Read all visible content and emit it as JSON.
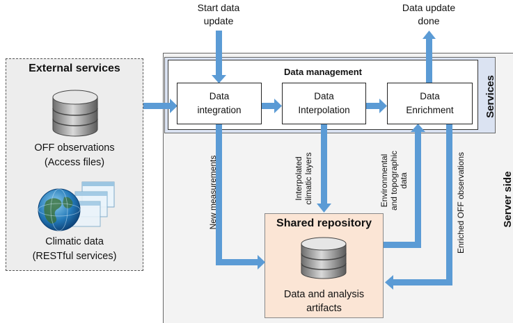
{
  "top_inputs": {
    "start_line1": "Start data",
    "start_line2": "update",
    "done_line1": "Data update",
    "done_line2": "done"
  },
  "external": {
    "title": "External services",
    "off_line1": "OFF observations",
    "off_line2": "(Access files)",
    "climatic_line1": "Climatic data",
    "climatic_line2": "(RESTful services)"
  },
  "data_management": {
    "title": "Data management",
    "services_label": "Services",
    "processes": {
      "integration": [
        "Data",
        "integration"
      ],
      "interpolation": [
        "Data",
        "Interpolation"
      ],
      "enrichment": [
        "Data",
        "Enrichment"
      ]
    }
  },
  "server_side_label": "Server side",
  "flows": {
    "new_measurements": "New measurements",
    "interpolated_1": "Interpolated",
    "interpolated_2": "climatic layers",
    "environmental_1": "Environmental",
    "environmental_2": "and topographic",
    "environmental_3": "data",
    "enriched": "Enriched OFF observations"
  },
  "repository": {
    "title": "Shared repository",
    "artifact_line1": "Data and analysis",
    "artifact_line2": "artifacts"
  },
  "colors": {
    "arrow": "#5b9bd5",
    "services_band": "#dbe3f2",
    "repository_fill": "#fbe5d5",
    "server_area": "#f3f3f3"
  }
}
